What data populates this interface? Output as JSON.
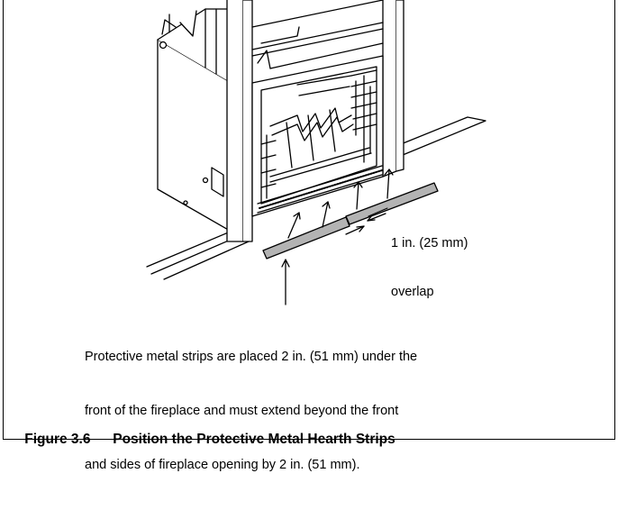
{
  "callout": {
    "overlap_line1": "1 in. (25 mm)",
    "overlap_line2": "overlap"
  },
  "note": {
    "line1": "Protective metal strips are placed 2 in. (51 mm) under the",
    "line2": "front of the fireplace and must extend beyond the front",
    "line3": "and sides of fireplace opening by 2 in. (51 mm)."
  },
  "caption": {
    "number": "Figure 3.6",
    "title": "Position the Protective Metal Hearth Strips"
  },
  "colors": {
    "line": "#000000",
    "strip_fill": "#b3b3b3",
    "background": "#ffffff"
  }
}
